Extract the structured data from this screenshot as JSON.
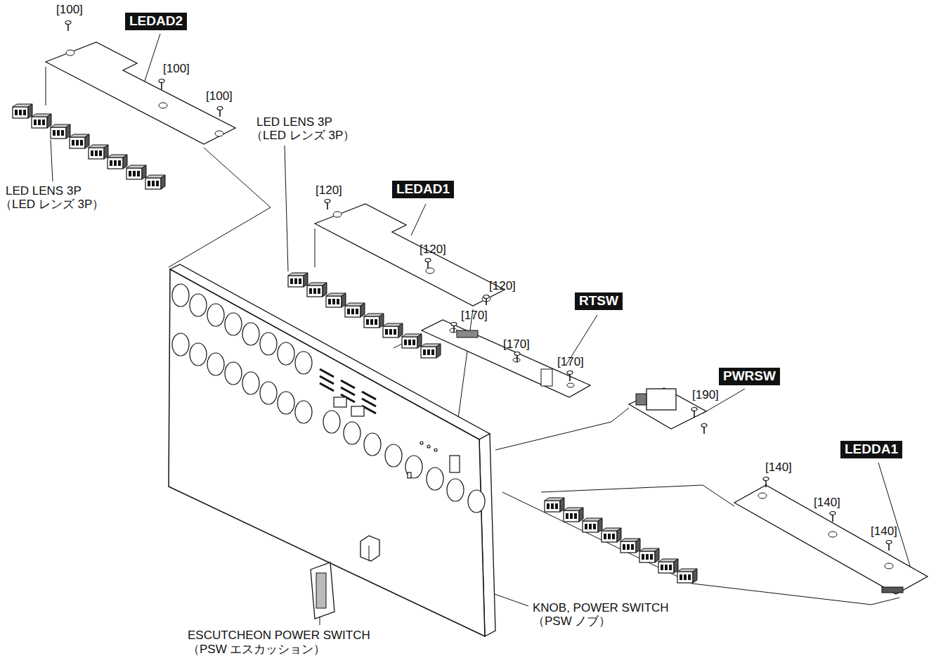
{
  "diagram": {
    "nodes": [
      {
        "text": [
          "LEDAD2"
        ]
      },
      {
        "text": [
          "LEDAD1"
        ]
      },
      {
        "text": [
          "RTSW"
        ]
      },
      {
        "text": [
          "PWRSW"
        ]
      },
      {
        "text": [
          "LEDDA1"
        ]
      }
    ],
    "labels": [
      "[100]",
      "[100]",
      "[100]",
      "LED LENS 3P",
      "（LED レンズ 3P）",
      "LED LENS 3P",
      "（LED レンズ 3P）",
      "[120]",
      "[120]",
      "[120]",
      "[170]",
      "[170]",
      "[170]",
      "[190]",
      "[140]",
      "[140]",
      "[140]",
      "KNOB, POWER SWITCH",
      "（PSW ノブ）",
      "ESCUTCHEON POWER SWITCH",
      "（PSW エスカッション）"
    ]
  }
}
